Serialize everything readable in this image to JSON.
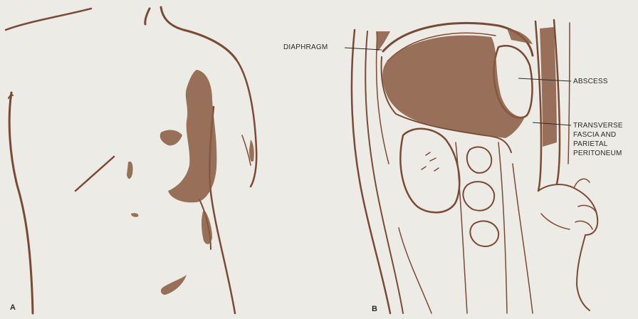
{
  "panels": [
    {
      "letter": "A"
    },
    {
      "letter": "B"
    }
  ],
  "labels": {
    "diaphragm": "DIAPHRAGM",
    "abscess": "ABSCESS",
    "fascia_line1": "TRANSVERSE",
    "fascia_line2": "FASCIA AND",
    "fascia_line3": "PARIETAL",
    "fascia_line4": "PERITONEUM"
  },
  "colors": {
    "background": "#ecebe6",
    "ink": "#7a4a34",
    "shade": "#8a5a40",
    "label": "#2d2a27"
  }
}
